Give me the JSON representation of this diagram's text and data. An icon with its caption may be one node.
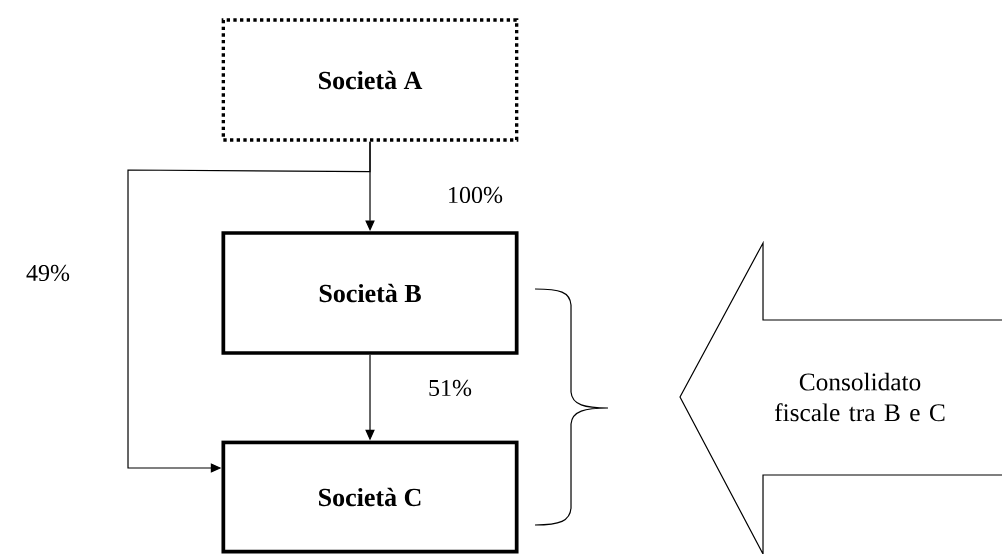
{
  "diagram": {
    "nodes": [
      {
        "text": [
          "Società A"
        ]
      },
      {
        "text": [
          "Società B"
        ]
      },
      {
        "text": [
          "Società C"
        ]
      },
      {
        "text": [
          "Consolidato fiscale tra B e C"
        ]
      }
    ],
    "edges": [
      {
        "from": 0,
        "to": 1,
        "arrow": "to",
        "label": "100%"
      },
      {
        "from": 1,
        "to": 2,
        "arrow": "to",
        "label": "51%"
      },
      {
        "from": 0,
        "to": 2,
        "arrow": "to",
        "label": "49%"
      }
    ]
  }
}
